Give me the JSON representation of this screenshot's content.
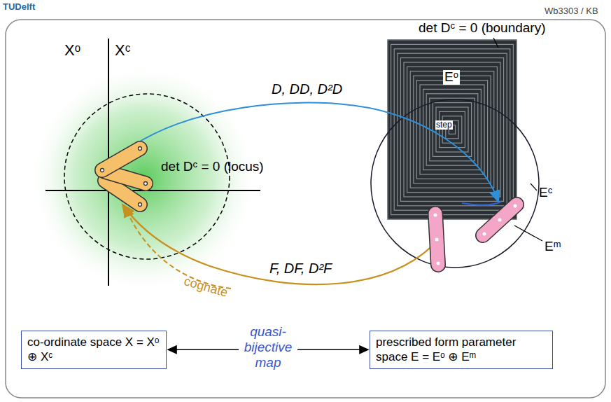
{
  "diagram": {
    "nodes": [
      {
        "text": [
          "co-ordinate space X = Xᵒ ⊕ Xᶜ"
        ]
      },
      {
        "text": [
          "prescribed form parameter space E = Eᵒ ⊕ Eᵐ"
        ]
      }
    ],
    "edges": [
      {
        "from": 0,
        "to": 1,
        "arrow": "both",
        "label": "quasi-bijective map"
      }
    ],
    "labels": [
      "TUDelft",
      "Wb3303 / KB",
      "Xᵒ",
      "Xᶜ",
      "D, DD, D²D",
      "det Dᶜ = 0 (boundary)",
      "det Dᶜ = 0 (locus)",
      "Eᵒ",
      "step",
      "Eᶜ",
      "Eᵐ",
      "F, DF, D²F",
      "cognate"
    ]
  }
}
